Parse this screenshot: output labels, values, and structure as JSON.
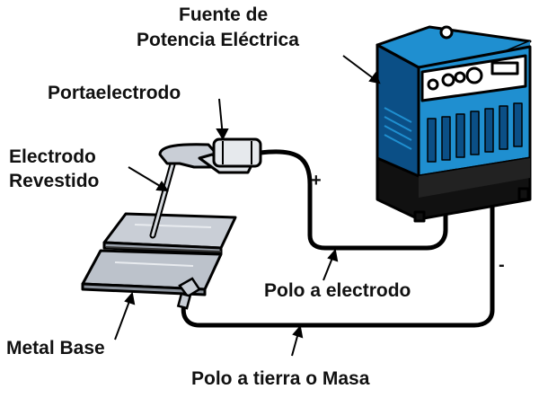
{
  "labels": {
    "power_source_line1": "Fuente de",
    "power_source_line2": "Potencia Eléctrica",
    "electrode_holder": "Portaelectrodo",
    "coated_electrode_line1": "Electrodo",
    "coated_electrode_line2": "Revestido",
    "electrode_pole": "Polo a electrodo",
    "base_metal": "Metal Base",
    "ground_pole": "Polo a tierra o Masa",
    "positive_sign": "+",
    "negative_sign": "-"
  },
  "colors": {
    "machine_blue": "#1f8fd0",
    "machine_dark": "#0b4f86",
    "base_black": "#111111",
    "plate_gray": "#c9ced6",
    "cable": "#000000"
  }
}
